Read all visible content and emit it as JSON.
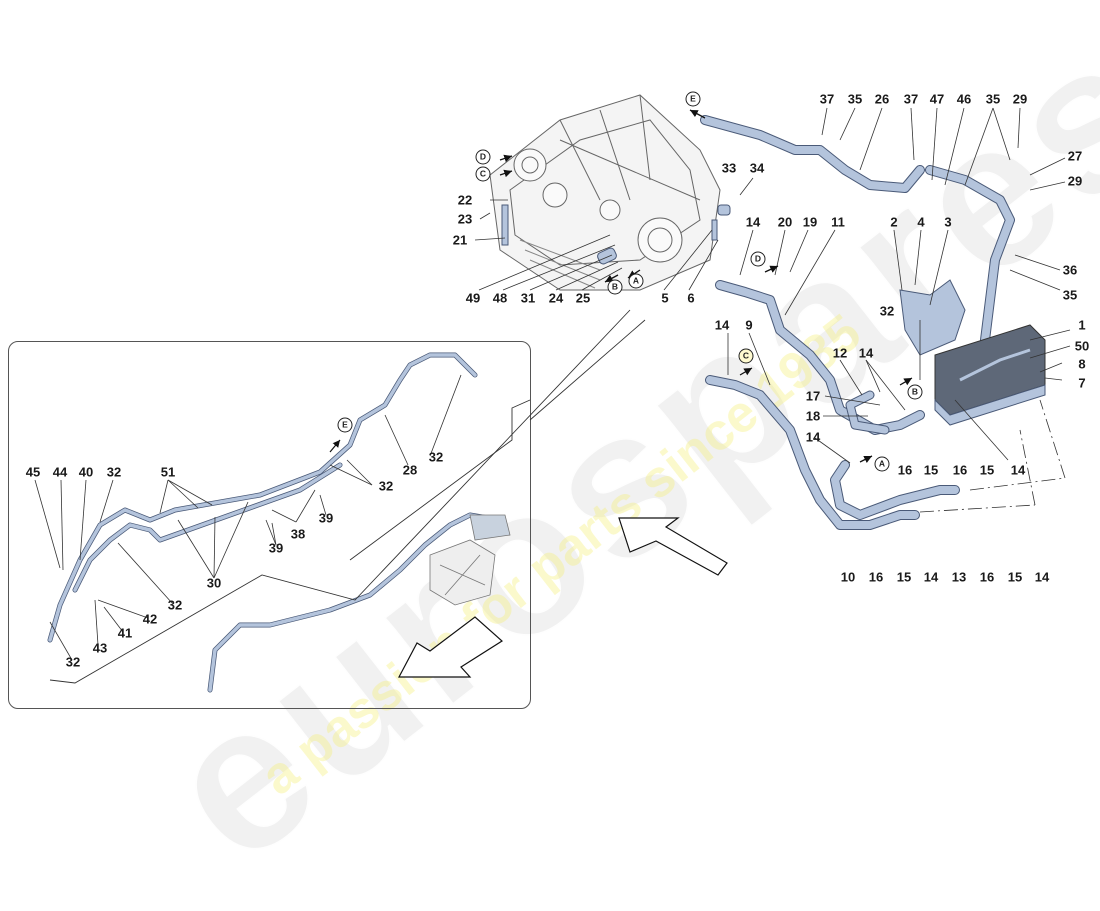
{
  "diagram": {
    "title": "",
    "watermark": {
      "logo_text": "eurospares",
      "slogan": "a passion for parts since 1985"
    },
    "reference_markers": [
      "A",
      "B",
      "C",
      "D",
      "E"
    ],
    "main_view": {
      "labels": [
        {
          "id": "37a",
          "text": "37"
        },
        {
          "id": "35a",
          "text": "35"
        },
        {
          "id": "26",
          "text": "26"
        },
        {
          "id": "37b",
          "text": "37"
        },
        {
          "id": "47",
          "text": "47"
        },
        {
          "id": "46",
          "text": "46"
        },
        {
          "id": "35b",
          "text": "35"
        },
        {
          "id": "29a",
          "text": "29"
        },
        {
          "id": "27",
          "text": "27"
        },
        {
          "id": "29b",
          "text": "29"
        },
        {
          "id": "33",
          "text": "33"
        },
        {
          "id": "34",
          "text": "34"
        },
        {
          "id": "22",
          "text": "22"
        },
        {
          "id": "23",
          "text": "23"
        },
        {
          "id": "21",
          "text": "21"
        },
        {
          "id": "14a",
          "text": "14"
        },
        {
          "id": "20",
          "text": "20"
        },
        {
          "id": "19",
          "text": "19"
        },
        {
          "id": "11",
          "text": "11"
        },
        {
          "id": "2",
          "text": "2"
        },
        {
          "id": "4",
          "text": "4"
        },
        {
          "id": "3",
          "text": "3"
        },
        {
          "id": "36",
          "text": "36"
        },
        {
          "id": "35c",
          "text": "35"
        },
        {
          "id": "49",
          "text": "49"
        },
        {
          "id": "48",
          "text": "48"
        },
        {
          "id": "31",
          "text": "31"
        },
        {
          "id": "24",
          "text": "24"
        },
        {
          "id": "25",
          "text": "25"
        },
        {
          "id": "5",
          "text": "5"
        },
        {
          "id": "6",
          "text": "6"
        },
        {
          "id": "32a",
          "text": "32"
        },
        {
          "id": "1",
          "text": "1"
        },
        {
          "id": "50",
          "text": "50"
        },
        {
          "id": "8",
          "text": "8"
        },
        {
          "id": "7",
          "text": "7"
        },
        {
          "id": "14b",
          "text": "14"
        },
        {
          "id": "9",
          "text": "9"
        },
        {
          "id": "12",
          "text": "12"
        },
        {
          "id": "14c",
          "text": "14"
        },
        {
          "id": "17",
          "text": "17"
        },
        {
          "id": "18",
          "text": "18"
        },
        {
          "id": "14d",
          "text": "14"
        },
        {
          "id": "16a",
          "text": "16"
        },
        {
          "id": "15a",
          "text": "15"
        },
        {
          "id": "16b",
          "text": "16"
        },
        {
          "id": "15b",
          "text": "15"
        },
        {
          "id": "14e",
          "text": "14"
        },
        {
          "id": "10",
          "text": "10"
        },
        {
          "id": "16c",
          "text": "16"
        },
        {
          "id": "15c",
          "text": "15"
        },
        {
          "id": "14f",
          "text": "14"
        },
        {
          "id": "13",
          "text": "13"
        },
        {
          "id": "16d",
          "text": "16"
        },
        {
          "id": "15d",
          "text": "15"
        },
        {
          "id": "14g",
          "text": "14"
        }
      ]
    },
    "inset_view": {
      "labels": [
        {
          "id": "45",
          "text": "45"
        },
        {
          "id": "44",
          "text": "44"
        },
        {
          "id": "40",
          "text": "40"
        },
        {
          "id": "32a",
          "text": "32"
        },
        {
          "id": "51",
          "text": "51"
        },
        {
          "id": "30",
          "text": "30"
        },
        {
          "id": "32b",
          "text": "32"
        },
        {
          "id": "42",
          "text": "42"
        },
        {
          "id": "41",
          "text": "41"
        },
        {
          "id": "43",
          "text": "43"
        },
        {
          "id": "32c",
          "text": "32"
        },
        {
          "id": "38",
          "text": "38"
        },
        {
          "id": "39a",
          "text": "39"
        },
        {
          "id": "39b",
          "text": "39"
        },
        {
          "id": "32d",
          "text": "32"
        },
        {
          "id": "28",
          "text": "28"
        },
        {
          "id": "32e",
          "text": "32"
        }
      ]
    },
    "colors": {
      "hose": "#b4c4dc",
      "hose_outline": "#4a5a78",
      "cooler": "#5e6878",
      "label": "#1a1a1a",
      "watermark_yellow": "#f5f078",
      "inset_border": "#555555"
    }
  }
}
